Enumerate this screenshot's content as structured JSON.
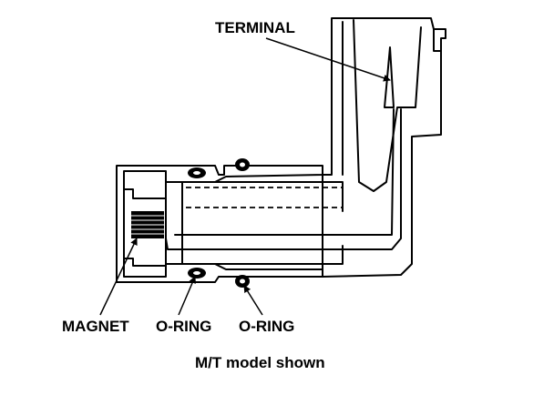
{
  "labels": {
    "terminal": "TERMINAL",
    "magnet": "MAGNET",
    "o_ring_left": "O-RING",
    "o_ring_right": "O-RING"
  },
  "caption": "M/T model shown",
  "colors": {
    "line": "#000000",
    "background": "#ffffff"
  }
}
